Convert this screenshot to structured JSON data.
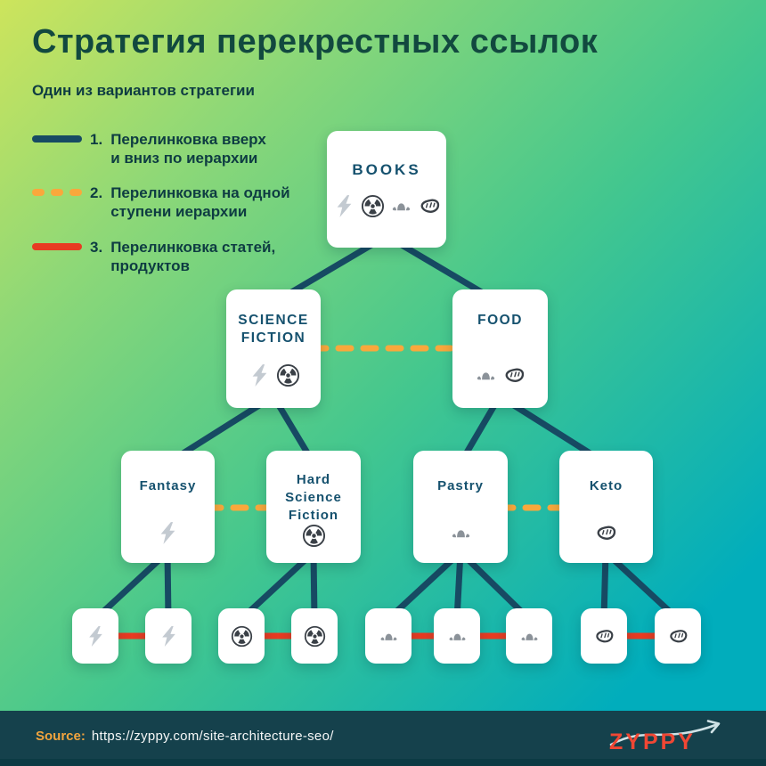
{
  "palette": {
    "bg_start": "#cde45c",
    "bg_mid": "#44c78e",
    "bg_end": "#01adbc",
    "title": "#12493f",
    "subtitle": "#0e3c42",
    "legend_text": "#0e3c42",
    "node_label": "#15516e",
    "hierarchy_line": "#174a63",
    "sibling_line": "#f9a83c",
    "article_line": "#e83b22",
    "footer_bg": "#15414c",
    "footer_strip": "#0c3a44",
    "source_label": "#f2a43e",
    "source_url": "#f5f7f7",
    "logo": "#f04734",
    "logo_arrow": "#cfe2e6",
    "icon_gray": "#c3cad1",
    "icon_mid_gray": "#8b9299",
    "icon_dark": "#3a4047"
  },
  "header": {
    "title": "Стратегия перекрестных ссылок",
    "subtitle": "Один из вариантов стратегии"
  },
  "legend": {
    "items": [
      {
        "number": "1.",
        "line1": "Перелинковка вверх",
        "line2": "и вниз по иерархии",
        "style": "solid-navy",
        "meaning": "hierarchy-up-down-link"
      },
      {
        "number": "2.",
        "line1": "Перелинковка на одной",
        "line2": "ступени иерархии",
        "style": "dashed-orange",
        "meaning": "same-level-link"
      },
      {
        "number": "3.",
        "line1": "Перелинковка статей,",
        "line2": "продуктов",
        "style": "solid-red",
        "meaning": "article-product-link"
      }
    ]
  },
  "tree": {
    "nodes": [
      {
        "id": "books",
        "label": "BOOKS",
        "icons": [
          "lightning",
          "radiation",
          "croissant",
          "steak"
        ]
      },
      {
        "id": "science-fiction",
        "label": "SCIENCE FICTION",
        "icons": [
          "lightning",
          "radiation"
        ]
      },
      {
        "id": "food",
        "label": "FOOD",
        "icons": [
          "croissant",
          "steak"
        ]
      },
      {
        "id": "fantasy",
        "label": "Fantasy",
        "icons": [
          "lightning"
        ]
      },
      {
        "id": "hard-science-fiction",
        "label": "Hard Science Fiction",
        "icons": [
          "radiation"
        ]
      },
      {
        "id": "pastry",
        "label": "Pastry",
        "icons": [
          "croissant"
        ]
      },
      {
        "id": "keto",
        "label": "Keto",
        "icons": [
          "steak"
        ]
      },
      {
        "id": "leaf-fantasy-1",
        "label": "",
        "icons": [
          "lightning"
        ]
      },
      {
        "id": "leaf-fantasy-2",
        "label": "",
        "icons": [
          "lightning"
        ]
      },
      {
        "id": "leaf-hardsf-1",
        "label": "",
        "icons": [
          "radiation"
        ]
      },
      {
        "id": "leaf-hardsf-2",
        "label": "",
        "icons": [
          "radiation"
        ]
      },
      {
        "id": "leaf-pastry-1",
        "label": "",
        "icons": [
          "croissant"
        ]
      },
      {
        "id": "leaf-pastry-2",
        "label": "",
        "icons": [
          "croissant"
        ]
      },
      {
        "id": "leaf-pastry-3",
        "label": "",
        "icons": [
          "croissant"
        ]
      },
      {
        "id": "leaf-keto-1",
        "label": "",
        "icons": [
          "steak"
        ]
      },
      {
        "id": "leaf-keto-2",
        "label": "",
        "icons": [
          "steak"
        ]
      }
    ]
  },
  "footer": {
    "source_label": "Source:",
    "source_url": "https://zyppy.com/site-architecture-seo/",
    "logo_text": "ZYPPY"
  }
}
